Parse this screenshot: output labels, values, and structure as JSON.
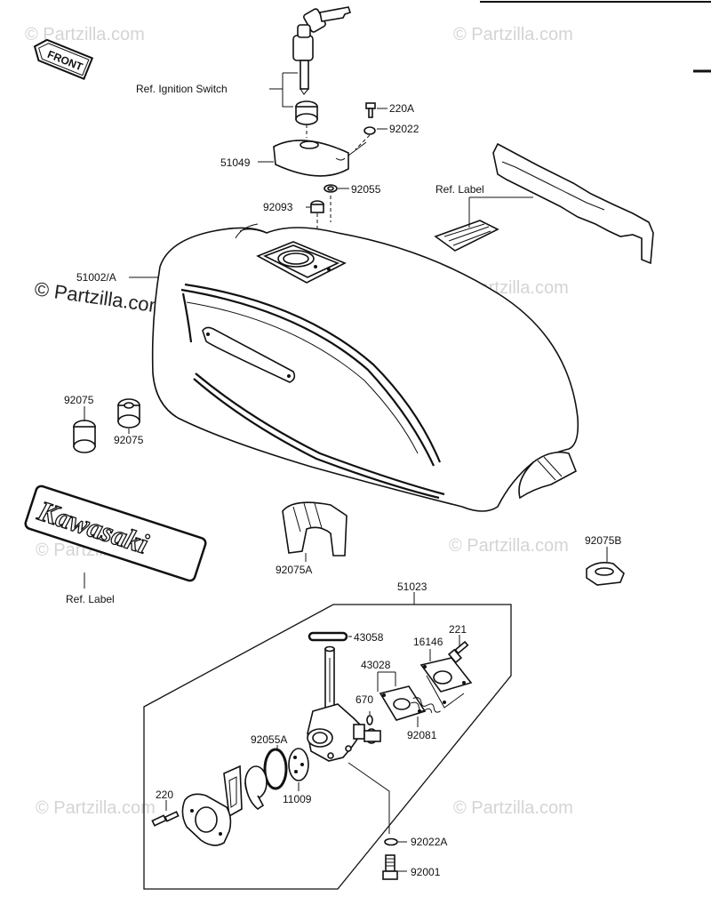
{
  "watermark": "© Partzilla.com",
  "front_badge": "FRONT",
  "kawasaki_emblem": "Kawasaki",
  "labels": {
    "ignition_switch": "Ref. Ignition Switch",
    "ref_label_top": "Ref. Label",
    "ref_label_bottom": "Ref. Label",
    "p220A": "220A",
    "p92022": "92022",
    "p51049": "51049",
    "p92055": "92055",
    "p92093": "92093",
    "p51002A": "51002/A",
    "p92075_a": "92075",
    "p92075_b": "92075",
    "p92075A": "92075A",
    "p92075B": "92075B",
    "p51023": "51023",
    "p43058": "43058",
    "p221": "221",
    "p16146": "16146",
    "p43028": "43028",
    "p670": "670",
    "p92081": "92081",
    "p92055A": "92055A",
    "p11009": "11009",
    "p220": "220",
    "p92022A": "92022A",
    "p92001": "92001"
  }
}
